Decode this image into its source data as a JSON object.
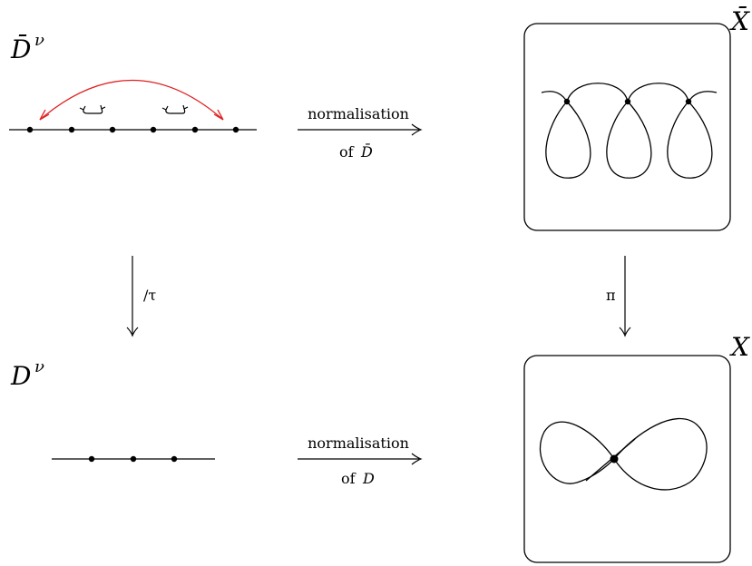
{
  "labels": {
    "dbar_base": "D̄",
    "dbar_sup": "ν",
    "d_base": "D",
    "d_sup": "ν",
    "xbar": "X̄",
    "x": "X"
  },
  "arrows": {
    "top_text": "normalisation",
    "top_of": "of",
    "top_var": "D̄",
    "bottom_text": "normalisation",
    "bottom_of": "of",
    "bottom_var": "D",
    "left_label": "/τ",
    "right_label": "π"
  }
}
